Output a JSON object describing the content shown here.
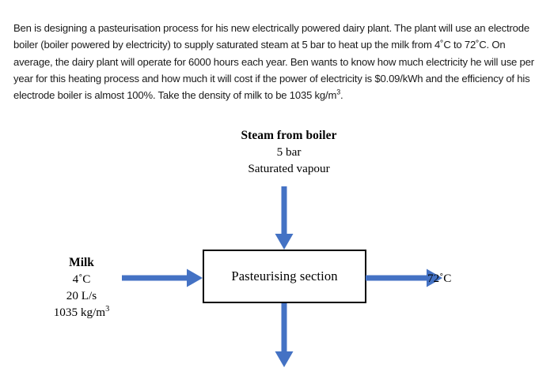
{
  "problem": {
    "text_parts": [
      "Ben is designing a pasteurisation process for his new electrically powered dairy plant. The plant will use an electrode boiler (boiler powered by electricity) to supply saturated steam at 5 bar to heat up the milk from 4˚C to 72˚C. On average, the dairy plant will operate for 6000 hours each year. Ben wants to know how much electricity he will use per year for this heating process and how much it will cost if the power of electricity is $0.09/kWh and the efficiency of his electrode boiler is almost 100%. Take the density of milk to be 1035 kg/m",
      "3",
      "."
    ],
    "values": {
      "steam_pressure": "5 bar",
      "milk_inlet_temperature": "4˚C",
      "milk_outlet_temperature": "72˚C",
      "operating_hours_per_year": "6000 hours",
      "electricity_price": "$0.09/kWh",
      "boiler_efficiency": "100%",
      "milk_density": "1035 kg/m3"
    }
  },
  "diagram": {
    "steam_inlet": {
      "title": "Steam from boiler",
      "pressure": "5 bar",
      "state": "Saturated vapour"
    },
    "milk_inlet": {
      "title": "Milk",
      "temperature": "4˚C",
      "flow_rate": "20 L/s",
      "density": "1035 kg/m",
      "density_exponent": "3"
    },
    "process_box": {
      "label": "Pasteurising section"
    },
    "milk_outlet": {
      "temperature": "72˚C"
    },
    "colors": {
      "arrow_blue": "#4472C4",
      "box_border": "#000000",
      "text": "#000000"
    }
  }
}
